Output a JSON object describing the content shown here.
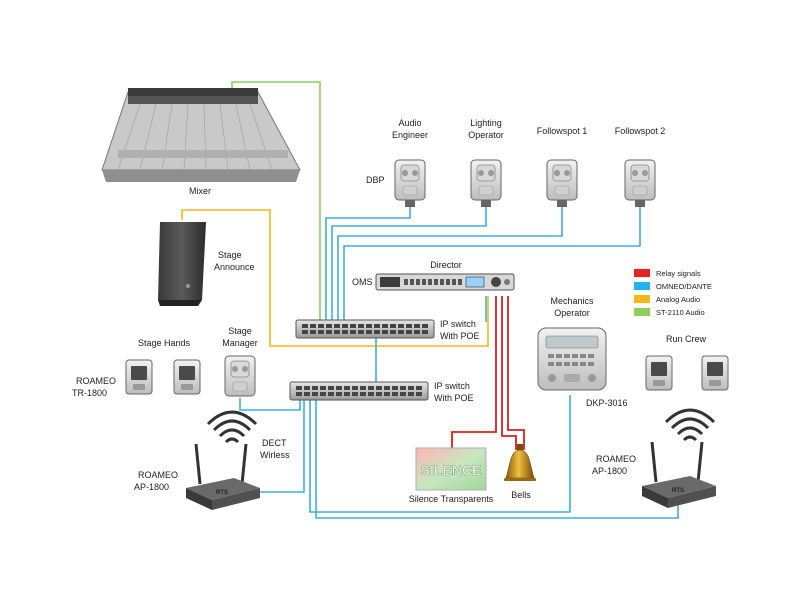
{
  "labels": {
    "mixer": "Mixer",
    "stage_announce": [
      "Stage",
      "Announce"
    ],
    "audio_engineer": [
      "Audio",
      "Engineer"
    ],
    "lighting_operator": [
      "Lighting",
      "Operator"
    ],
    "followspot_1": "Followspot 1",
    "followspot_2": "Followspot 2",
    "dbp": "DBP",
    "director": "Director",
    "oms": "OMS",
    "ip_switch_1": [
      "IP switch",
      "With POE"
    ],
    "ip_switch_2": [
      "IP switch",
      "With POE"
    ],
    "stage_hands": "Stage Hands",
    "stage_manager": [
      "Stage",
      "Manager"
    ],
    "roameo_tr": [
      "ROAMEO",
      "TR-1800"
    ],
    "dect_wireless": [
      "DECT",
      "Wirless"
    ],
    "roameo_ap_left": [
      "ROAMEO",
      "AP-1800"
    ],
    "mechanics_operator": [
      "Mechanics",
      "Operator"
    ],
    "dkp": "DKP-3016",
    "run_crew": "Run Crew",
    "roameo_ap_right": [
      "ROAMEO",
      "AP-1800"
    ],
    "silence_sign": "SILENCE",
    "silence_transparents": "Silence Transparents",
    "bells": "Bells"
  },
  "legend": [
    {
      "label": "Relay signals",
      "color": "#e8231f"
    },
    {
      "label": "OMNEO/DANTE",
      "color": "#1fb3f0"
    },
    {
      "label": "Analog Audio",
      "color": "#f2b81a"
    },
    {
      "label": "ST-2110 Audio",
      "color": "#8cd15a"
    }
  ],
  "colors": {
    "relay": "#d62020",
    "omneo": "#3bb0e0",
    "analog": "#f2b81a",
    "st2110": "#8cd15a"
  },
  "icons": [
    "mixer-console-icon",
    "loudspeaker-icon",
    "beltpack-icon",
    "ip-switch-icon",
    "oms-rack-icon",
    "wireless-waves-icon",
    "access-point-icon",
    "desk-keypanel-icon",
    "bell-icon",
    "silence-sign-icon"
  ]
}
